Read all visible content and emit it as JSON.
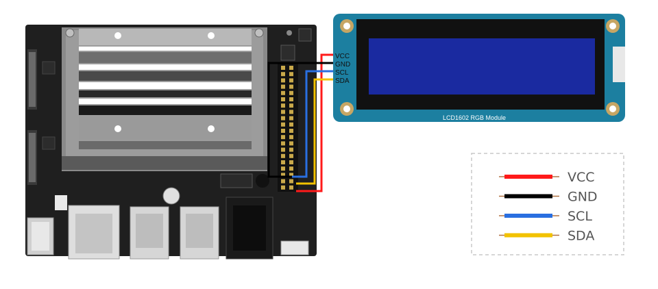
{
  "module": {
    "label": "LCD1602 RGB Module",
    "pins": [
      "VCC",
      "GND",
      "SCL",
      "SDA"
    ]
  },
  "legend": [
    {
      "label": "VCC",
      "color": "#ff1a1a"
    },
    {
      "label": "GND",
      "color": "#000000"
    },
    {
      "label": "SCL",
      "color": "#2a6fe0"
    },
    {
      "label": "SDA",
      "color": "#f2c200"
    }
  ],
  "colors": {
    "board": "#1f1f1f",
    "lcd_pcb": "#1c7fa0",
    "lcd_screen": "#1a2aa0",
    "legend_border": "#c8c8c8"
  }
}
